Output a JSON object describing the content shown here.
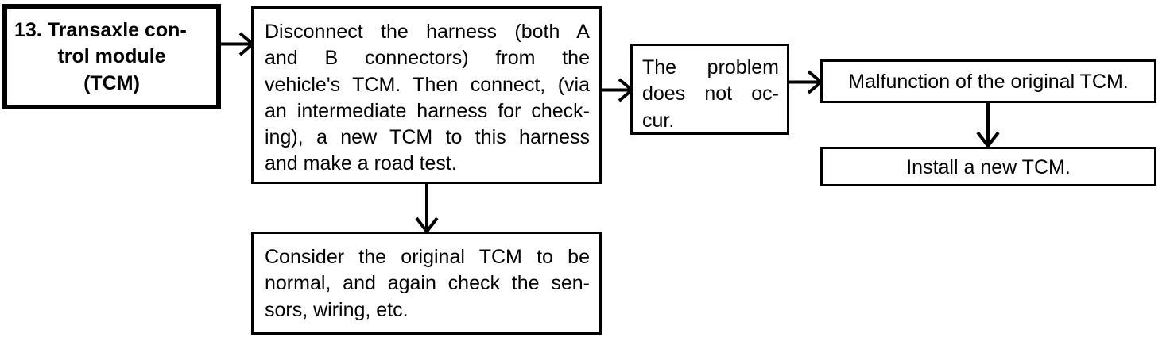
{
  "diagram": {
    "title": "Transaxle control module (TCM) troubleshooting flowchart",
    "stroke_color": "#000000",
    "background_color": "#ffffff",
    "nodes": {
      "heading": {
        "number": "13.",
        "line1": "13. Transaxle con-",
        "line2": "trol module",
        "line3": "(TCM)",
        "text": "13. Transaxle control module (TCM)"
      },
      "disconnect": {
        "line1": "Disconnect the harness (both A",
        "line2": "and B connectors) from the",
        "line3": "vehicle's TCM. Then connect, (via",
        "line4": "an intermediate harness for check-",
        "line5": "ing), a new TCM to this harness",
        "line6": "and make a road test.",
        "text": "Disconnect the harness (both A and B connectors) from the vehicle's TCM. Then connect, (via an intermediate harness for checking), a new TCM to this harness and make a road test."
      },
      "no_problem": {
        "line1": "The problem",
        "line2": "does not oc-",
        "line3": "cur.",
        "text": "The problem does not occur."
      },
      "malfunction": {
        "text": "Malfunction of the original TCM."
      },
      "install": {
        "text": "Install a new TCM."
      },
      "consider": {
        "line1": "Consider the original TCM to be",
        "line2": "normal, and again check the sen-",
        "line3": "sors, wiring, etc.",
        "text": "Consider the original TCM to be normal, and again check the sensors, wiring, etc."
      }
    },
    "connectors": [
      {
        "name": "heading-to-disconnect",
        "direction": "right"
      },
      {
        "name": "disconnect-to-no-problem",
        "direction": "right"
      },
      {
        "name": "no-problem-to-malfunction",
        "direction": "right"
      },
      {
        "name": "malfunction-to-install",
        "direction": "down"
      },
      {
        "name": "disconnect-to-consider",
        "direction": "down"
      }
    ]
  }
}
